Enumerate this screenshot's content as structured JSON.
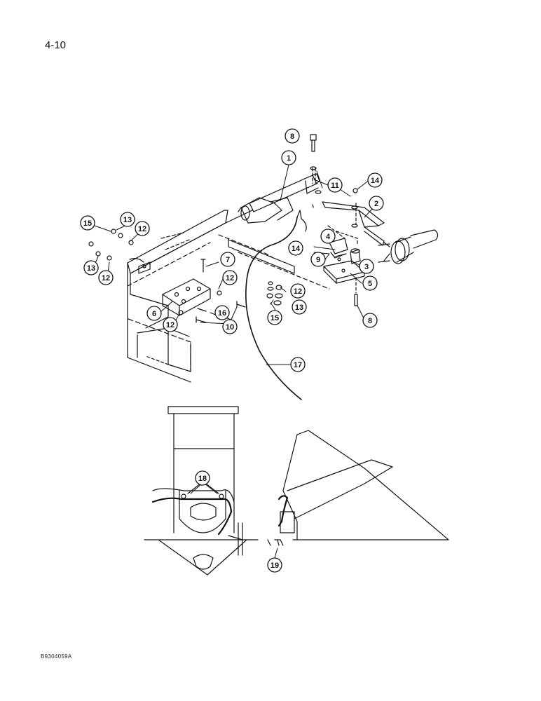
{
  "page": {
    "number": "4-10",
    "figure_code": "B9304059A"
  },
  "callouts": [
    {
      "id": "c1",
      "label": "1"
    },
    {
      "id": "c2",
      "label": "2"
    },
    {
      "id": "c3",
      "label": "3"
    },
    {
      "id": "c4",
      "label": "4"
    },
    {
      "id": "c5",
      "label": "5"
    },
    {
      "id": "c6",
      "label": "6"
    },
    {
      "id": "c7",
      "label": "7"
    },
    {
      "id": "c8a",
      "label": "8"
    },
    {
      "id": "c8b",
      "label": "8"
    },
    {
      "id": "c9",
      "label": "9"
    },
    {
      "id": "c10",
      "label": "10"
    },
    {
      "id": "c11",
      "label": "11"
    },
    {
      "id": "c12a",
      "label": "12"
    },
    {
      "id": "c12b",
      "label": "12"
    },
    {
      "id": "c12c",
      "label": "12"
    },
    {
      "id": "c12d",
      "label": "12"
    },
    {
      "id": "c12e",
      "label": "12"
    },
    {
      "id": "c13a",
      "label": "13"
    },
    {
      "id": "c13b",
      "label": "13"
    },
    {
      "id": "c13c",
      "label": "13"
    },
    {
      "id": "c14a",
      "label": "14"
    },
    {
      "id": "c14b",
      "label": "14"
    },
    {
      "id": "c15a",
      "label": "15"
    },
    {
      "id": "c15b",
      "label": "15"
    },
    {
      "id": "c16",
      "label": "16"
    },
    {
      "id": "c17",
      "label": "17"
    },
    {
      "id": "c18",
      "label": "18"
    },
    {
      "id": "c19",
      "label": "19"
    }
  ]
}
